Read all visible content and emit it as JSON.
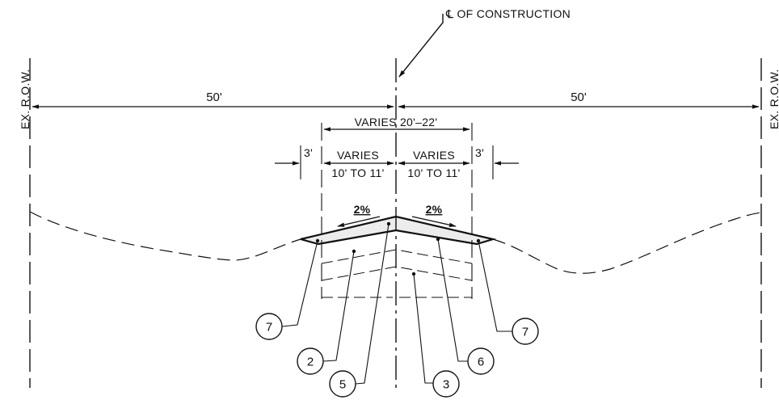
{
  "drawing": {
    "centerline_label": "℄ OF CONSTRUCTION",
    "row_left": "EX. R.O.W.",
    "row_right": "EX. R.O.W.",
    "dim_left": "50'",
    "dim_right": "50'",
    "varies_total": "VARIES 20'–22'",
    "varies_left_top": "VARIES",
    "varies_left_bottom": "10' TO 11'",
    "varies_right_top": "VARIES",
    "varies_right_bottom": "10' TO 11'",
    "shoulder_left": "3'",
    "shoulder_right": "3'",
    "slope_left": "2%",
    "slope_right": "2%",
    "callouts": [
      "7",
      "2",
      "5",
      "3",
      "6",
      "7"
    ]
  }
}
